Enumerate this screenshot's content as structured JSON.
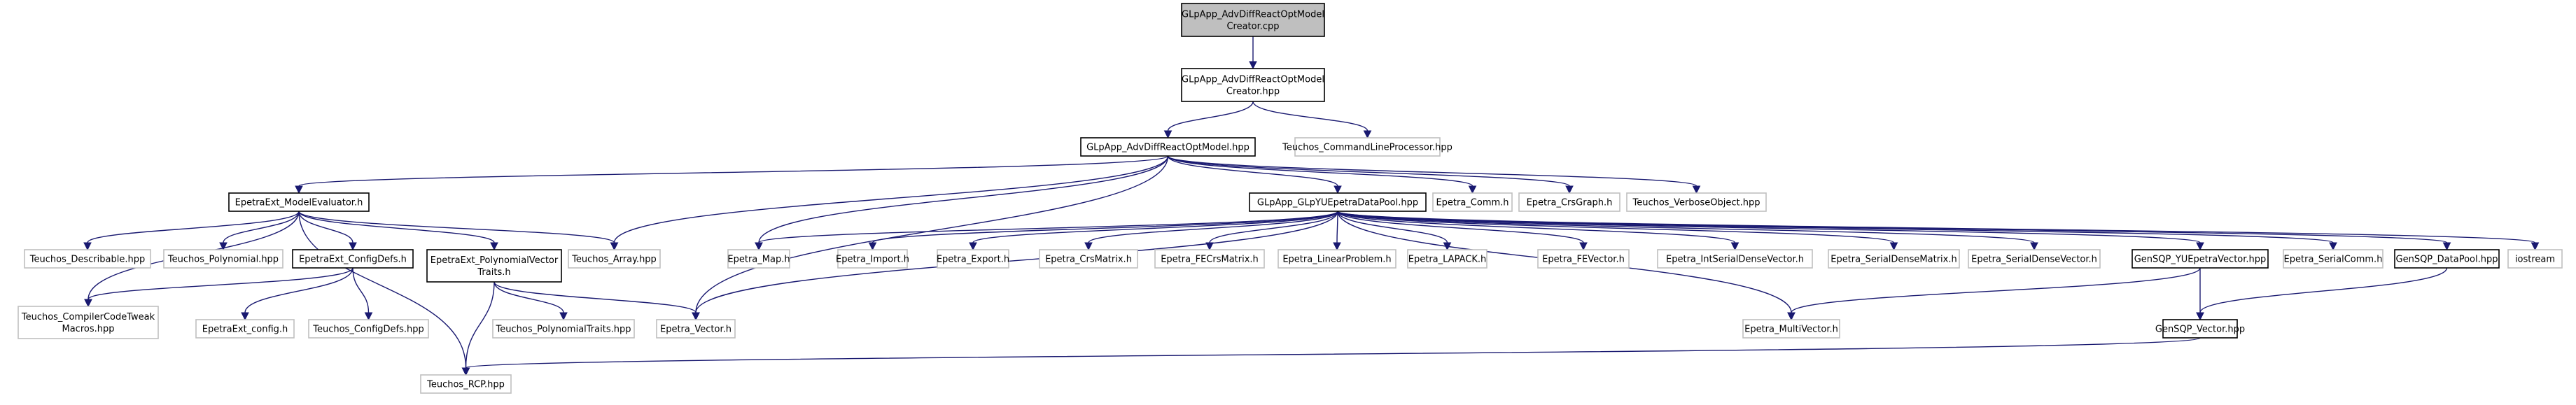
{
  "colors": {
    "edge": "#191970",
    "root_fill": "#bfbfbf",
    "root_stroke": "#000000",
    "internal_stroke": "#000000",
    "external_stroke": "#bfbfbf",
    "fill": "#ffffff"
  },
  "nodes": [
    {
      "id": "n0",
      "kind": "root",
      "lines": [
        "GLpApp_AdvDiffReactOptModel",
        "Creator.cpp"
      ]
    },
    {
      "id": "n1",
      "kind": "internal",
      "lines": [
        "GLpApp_AdvDiffReactOptModel",
        "Creator.hpp"
      ]
    },
    {
      "id": "n2",
      "kind": "internal",
      "lines": [
        "GLpApp_AdvDiffReactOptModel.hpp"
      ]
    },
    {
      "id": "n3",
      "kind": "external",
      "lines": [
        "Teuchos_CommandLineProcessor.hpp"
      ]
    },
    {
      "id": "n4",
      "kind": "internal",
      "lines": [
        "EpetraExt_ModelEvaluator.h"
      ]
    },
    {
      "id": "n5",
      "kind": "internal",
      "lines": [
        "GLpApp_GLpYUEpetraDataPool.hpp"
      ]
    },
    {
      "id": "n6",
      "kind": "external",
      "lines": [
        "Epetra_Comm.h"
      ]
    },
    {
      "id": "n7",
      "kind": "external",
      "lines": [
        "Epetra_CrsGraph.h"
      ]
    },
    {
      "id": "n8",
      "kind": "external",
      "lines": [
        "Teuchos_VerboseObject.hpp"
      ]
    },
    {
      "id": "n9",
      "kind": "external",
      "lines": [
        "Teuchos_Describable.hpp"
      ]
    },
    {
      "id": "n10",
      "kind": "external",
      "lines": [
        "Teuchos_Polynomial.hpp"
      ]
    },
    {
      "id": "n11",
      "kind": "internal",
      "lines": [
        "EpetraExt_ConfigDefs.h"
      ]
    },
    {
      "id": "n12",
      "kind": "internal",
      "lines": [
        "EpetraExt_PolynomialVector",
        "Traits.h"
      ]
    },
    {
      "id": "n13",
      "kind": "external",
      "lines": [
        "Teuchos_Array.hpp"
      ]
    },
    {
      "id": "n14",
      "kind": "external",
      "lines": [
        "Epetra_Map.h"
      ]
    },
    {
      "id": "n15",
      "kind": "external",
      "lines": [
        "Epetra_Import.h"
      ]
    },
    {
      "id": "n16",
      "kind": "external",
      "lines": [
        "Epetra_Export.h"
      ]
    },
    {
      "id": "n17",
      "kind": "external",
      "lines": [
        "Epetra_CrsMatrix.h"
      ]
    },
    {
      "id": "n18",
      "kind": "external",
      "lines": [
        "Epetra_FECrsMatrix.h"
      ]
    },
    {
      "id": "n19",
      "kind": "external",
      "lines": [
        "Epetra_LinearProblem.h"
      ]
    },
    {
      "id": "n20",
      "kind": "external",
      "lines": [
        "Epetra_LAPACK.h"
      ]
    },
    {
      "id": "n21",
      "kind": "external",
      "lines": [
        "Epetra_FEVector.h"
      ]
    },
    {
      "id": "n22",
      "kind": "external",
      "lines": [
        "Epetra_IntSerialDenseVector.h"
      ]
    },
    {
      "id": "n23",
      "kind": "external",
      "lines": [
        "Epetra_SerialDenseMatrix.h"
      ]
    },
    {
      "id": "n24",
      "kind": "external",
      "lines": [
        "Epetra_SerialDenseVector.h"
      ]
    },
    {
      "id": "n25",
      "kind": "internal",
      "lines": [
        "GenSQP_YUEpetraVector.hpp"
      ]
    },
    {
      "id": "n26",
      "kind": "external",
      "lines": [
        "Epetra_SerialComm.h"
      ]
    },
    {
      "id": "n27",
      "kind": "internal",
      "lines": [
        "GenSQP_DataPool.hpp"
      ]
    },
    {
      "id": "n28",
      "kind": "external",
      "lines": [
        "iostream"
      ]
    },
    {
      "id": "n29",
      "kind": "external",
      "lines": [
        "Teuchos_CompilerCodeTweak",
        "Macros.hpp"
      ]
    },
    {
      "id": "n30",
      "kind": "external",
      "lines": [
        "EpetraExt_config.h"
      ]
    },
    {
      "id": "n31",
      "kind": "external",
      "lines": [
        "Teuchos_ConfigDefs.hpp"
      ]
    },
    {
      "id": "n32",
      "kind": "external",
      "lines": [
        "Teuchos_PolynomialTraits.hpp"
      ]
    },
    {
      "id": "n33",
      "kind": "external",
      "lines": [
        "Epetra_Vector.h"
      ]
    },
    {
      "id": "n34",
      "kind": "external",
      "lines": [
        "Epetra_MultiVector.h"
      ]
    },
    {
      "id": "n35",
      "kind": "internal",
      "lines": [
        "GenSQP_Vector.hpp"
      ]
    },
    {
      "id": "n36",
      "kind": "external",
      "lines": [
        "Teuchos_RCP.hpp"
      ]
    }
  ],
  "edges": [
    [
      "n0",
      "n1"
    ],
    [
      "n1",
      "n2"
    ],
    [
      "n1",
      "n3"
    ],
    [
      "n2",
      "n4"
    ],
    [
      "n2",
      "n5"
    ],
    [
      "n2",
      "n6"
    ],
    [
      "n2",
      "n7"
    ],
    [
      "n2",
      "n8"
    ],
    [
      "n2",
      "n13"
    ],
    [
      "n2",
      "n14"
    ],
    [
      "n2",
      "n33"
    ],
    [
      "n4",
      "n9"
    ],
    [
      "n4",
      "n10"
    ],
    [
      "n4",
      "n11"
    ],
    [
      "n4",
      "n12"
    ],
    [
      "n4",
      "n13"
    ],
    [
      "n4",
      "n29"
    ],
    [
      "n4",
      "n36"
    ],
    [
      "n11",
      "n29"
    ],
    [
      "n11",
      "n30"
    ],
    [
      "n11",
      "n31"
    ],
    [
      "n12",
      "n32"
    ],
    [
      "n12",
      "n33"
    ],
    [
      "n12",
      "n36"
    ],
    [
      "n5",
      "n14"
    ],
    [
      "n5",
      "n15"
    ],
    [
      "n5",
      "n16"
    ],
    [
      "n5",
      "n17"
    ],
    [
      "n5",
      "n18"
    ],
    [
      "n5",
      "n19"
    ],
    [
      "n5",
      "n20"
    ],
    [
      "n5",
      "n21"
    ],
    [
      "n5",
      "n22"
    ],
    [
      "n5",
      "n23"
    ],
    [
      "n5",
      "n24"
    ],
    [
      "n5",
      "n25"
    ],
    [
      "n5",
      "n26"
    ],
    [
      "n5",
      "n27"
    ],
    [
      "n5",
      "n28"
    ],
    [
      "n5",
      "n33"
    ],
    [
      "n5",
      "n34"
    ],
    [
      "n25",
      "n34"
    ],
    [
      "n25",
      "n35"
    ],
    [
      "n27",
      "n35"
    ],
    [
      "n35",
      "n36"
    ]
  ]
}
